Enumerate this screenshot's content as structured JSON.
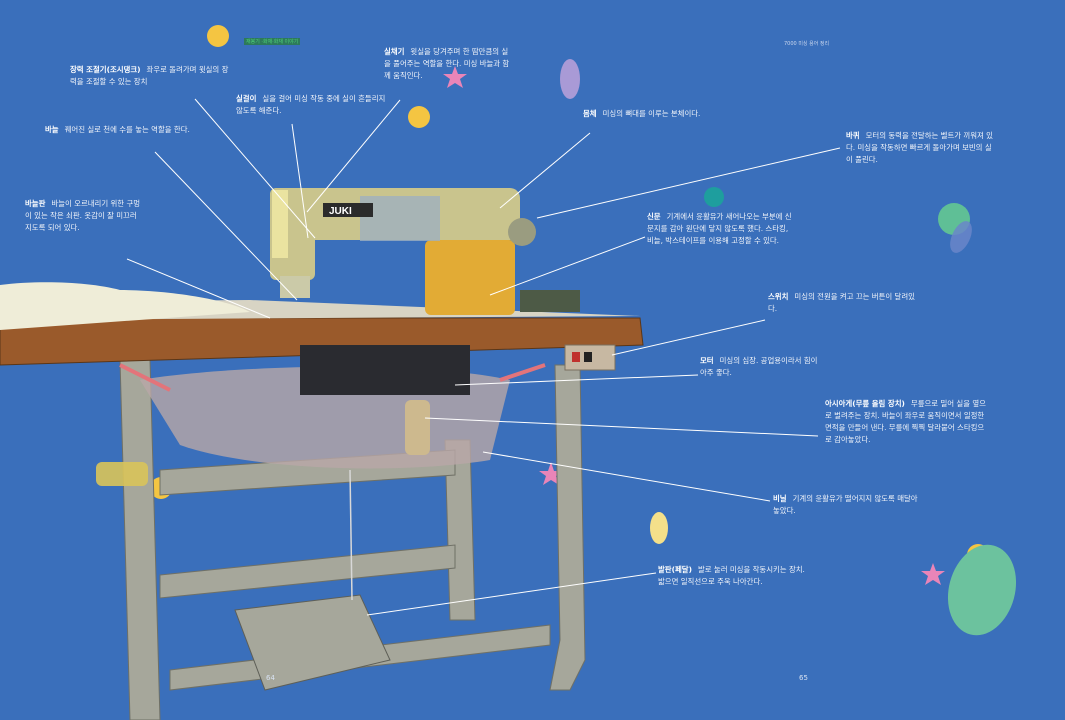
{
  "header": {
    "left_tag": "재봉기 ·화재·화재 이야기",
    "right_tag": "7000 미싱 용어 정리"
  },
  "page_numbers": {
    "left": "64",
    "right": "65"
  },
  "colors": {
    "background": "#3a6fbb",
    "accent_yellow": "#f4c542",
    "accent_pink": "#e985b8",
    "accent_green": "#5fbf96",
    "accent_teal": "#1e9e9e",
    "accent_lavender": "#a99ad6"
  },
  "labels": [
    {
      "id": "tension",
      "title": "장력 조절기(조시댕크)",
      "text": "좌우로 돌려가며 윗실의 장력을 조절할 수 있는 장치"
    },
    {
      "id": "thread-guide",
      "title": "실걸이",
      "text": "실을 걸어 미싱 작동 중에 실이 흔들리지 않도록 해준다."
    },
    {
      "id": "take-up",
      "title": "실채기",
      "text": "윗실을 당겨주며 한 땀만큼의 실을 풀어주는 역할을 한다. 미싱 바늘과 함께 움직인다."
    },
    {
      "id": "needle",
      "title": "바늘",
      "text": "꿰어진 실로 천에 수를 놓는 역할을 한다."
    },
    {
      "id": "body",
      "title": "몸체",
      "text": "미싱의 뼈대를 이루는 본체이다."
    },
    {
      "id": "wheel",
      "title": "바퀴",
      "text": "모터의 동력을 전달하는 벨트가 끼워져 있다. 미싱을 작동하면 빠르게 돌아가며 보빈의 실이 풀린다."
    },
    {
      "id": "needle-plate",
      "title": "바늘판",
      "text": "바늘이 오르내리기 위한 구멍이 있는 작은 쇠판. 옷감이 잘 미끄러지도록 되어 있다."
    },
    {
      "id": "newspaper",
      "title": "신문",
      "text": "기계에서 윤활유가 새어나오는 부분에 신문지를 감아 원단에 닿지 않도록 했다. 스타킹, 비늘, 박스테이프를 이용해 고정할 수 있다."
    },
    {
      "id": "switch",
      "title": "스위치",
      "text": "미싱의 전원을 켜고 끄는 버튼이 달려있다."
    },
    {
      "id": "motor",
      "title": "모터",
      "text": "미싱의 심장. 공업용이라서 힘이 아주 좋다."
    },
    {
      "id": "knee-lift",
      "title": "아시아게(무릎 올림 장치)",
      "text": "무릎으로 밀어 실을 옆으로 벌려주는 장치. 바늘이 좌우로 움직이면서 일정한 면적을 만들어 낸다. 무릎에 찍찍 달라붙어 스타킹으로 감아놓았다."
    },
    {
      "id": "vinyl",
      "title": "비닐",
      "text": "기계의 윤활유가 떨어지지 않도록 매달아 놓았다."
    },
    {
      "id": "pedal",
      "title": "발판(페달)",
      "text": "발로 눌러 미싱을 작동시키는 장치. 밟으면 일직선으로 주욱 나아간다."
    }
  ],
  "machine_brand": "JUKI"
}
